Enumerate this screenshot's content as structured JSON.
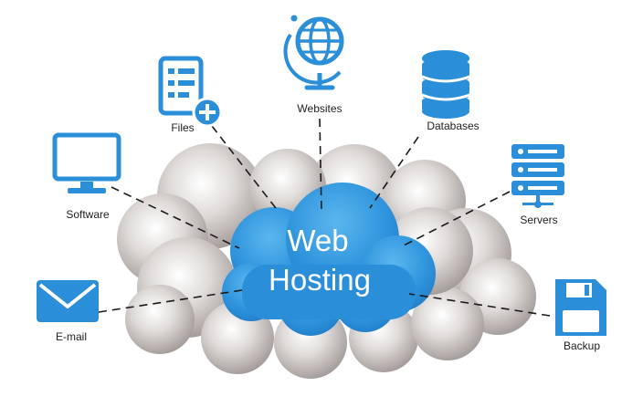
{
  "center": {
    "line1": "Web",
    "line2": "Hosting"
  },
  "nodes": {
    "websites": "Websites",
    "files": "Files",
    "databases": "Databases",
    "software": "Software",
    "servers": "Servers",
    "email": "E-mail",
    "backup": "Backup"
  },
  "colors": {
    "accent": "#2a8fd8",
    "cloud": "#bdb6b4",
    "line": "#1a1a1a"
  }
}
